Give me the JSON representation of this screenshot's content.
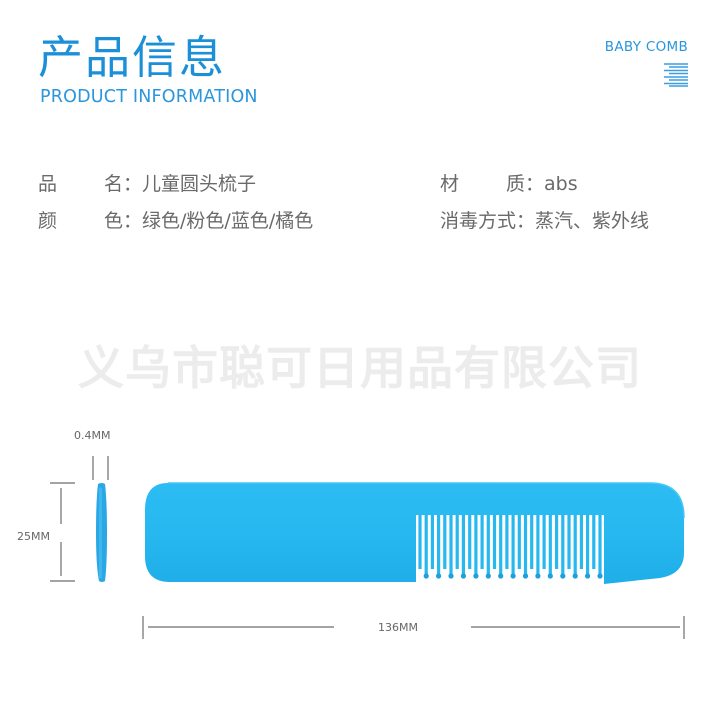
{
  "header": {
    "title_cn": "产品信息",
    "title_en": "PRODUCT INFORMATION",
    "brand": "BABY COMB",
    "brand_icon": "align-right-lines-icon"
  },
  "info": {
    "rows": [
      {
        "label_a": "品",
        "label_b": "名：",
        "value": "儿童圆头梳子"
      },
      {
        "label_a": "颜",
        "label_b": "色：",
        "value": "绿色/粉色/蓝色/橘色"
      },
      {
        "label_a": "材",
        "label_b": "质：",
        "value": "abs"
      },
      {
        "label_a": "消毒方式",
        "label_b": "：",
        "value": "蒸汽、紫外线"
      }
    ]
  },
  "watermark": "义乌市聪可日用品有限公司",
  "dimensions": {
    "thickness": "0.4MM",
    "width": "25MM",
    "length": "136MM"
  },
  "colors": {
    "accent": "#1b8fd8",
    "comb": "#27b8f0",
    "comb_dark": "#1a9fd8",
    "text": "#6a6a6a",
    "watermark": "#ececec"
  }
}
